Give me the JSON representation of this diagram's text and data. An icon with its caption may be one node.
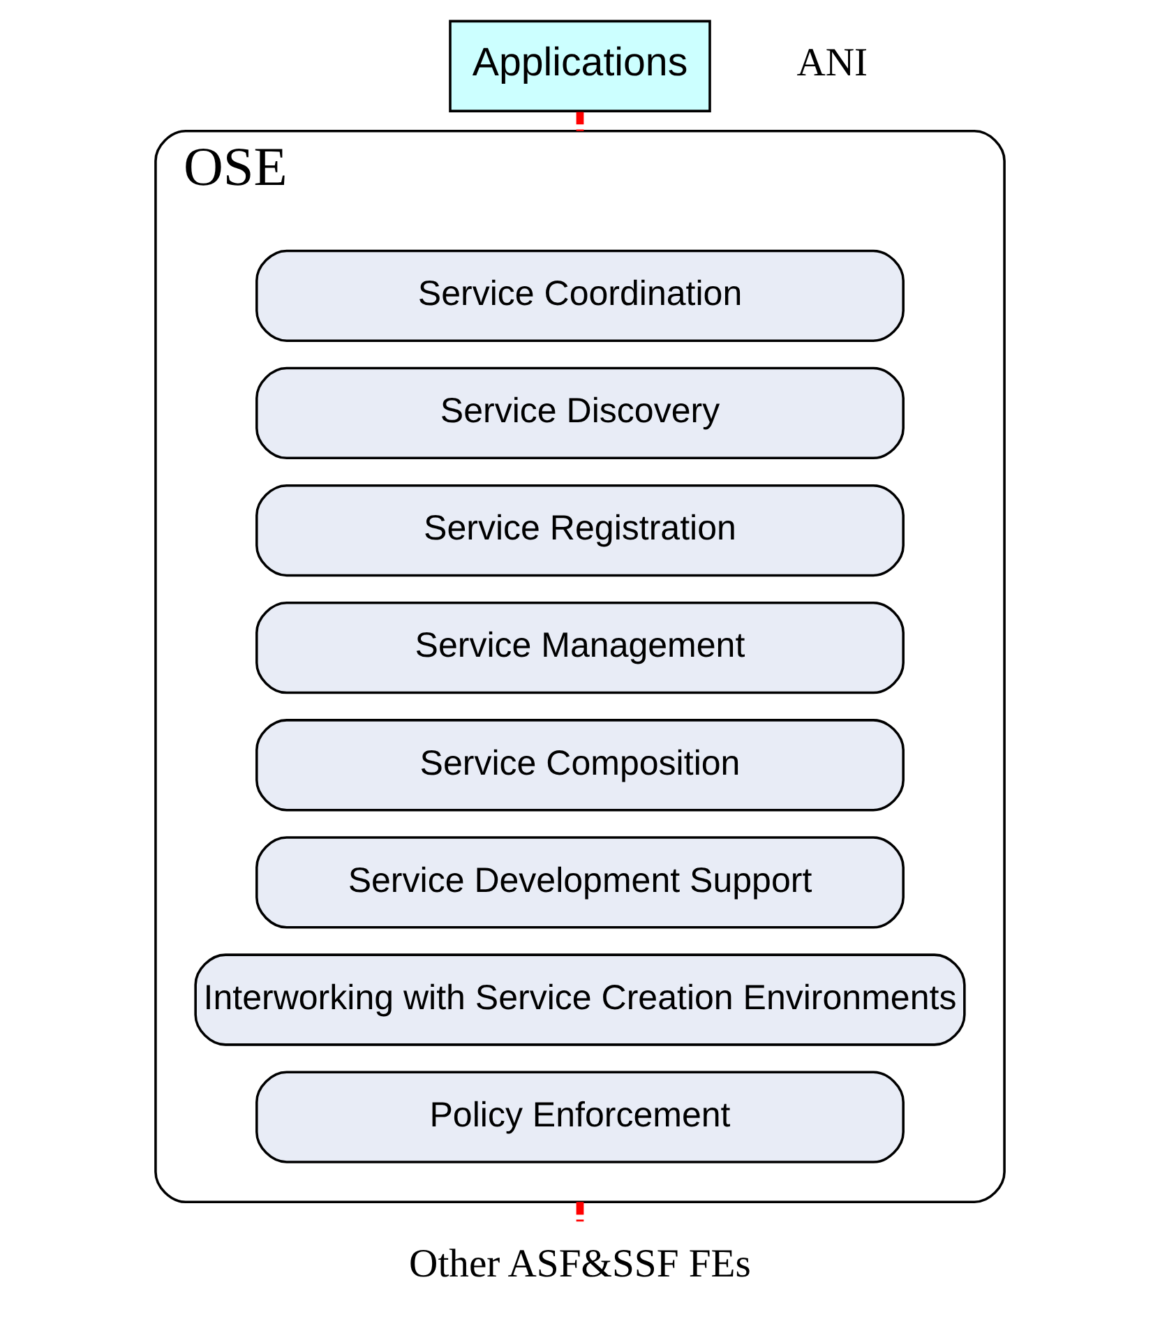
{
  "diagram": {
    "nodes": [
      {
        "text": [
          "Applications"
        ]
      },
      {
        "text": [
          "OSE"
        ]
      },
      {
        "text": [
          "Service Coordination"
        ],
        "in": 1
      },
      {
        "text": [
          "Service Discovery"
        ],
        "in": 1
      },
      {
        "text": [
          "Service Registration"
        ],
        "in": 1
      },
      {
        "text": [
          "Service Management"
        ],
        "in": 1
      },
      {
        "text": [
          "Service Composition"
        ],
        "in": 1
      },
      {
        "text": [
          "Service Development Support"
        ],
        "in": 1
      },
      {
        "text": [
          "Interworking with Service Creation Environments"
        ],
        "in": 1
      },
      {
        "text": [
          "Policy Enforcement"
        ],
        "in": 1
      },
      {
        "text": [
          "Other ASF&SSF FEs"
        ]
      }
    ],
    "edges": [
      {
        "from": 0,
        "to": 1,
        "arrow": "none",
        "style": "dashed"
      },
      {
        "from": 1,
        "to": 10,
        "arrow": "none",
        "style": "dashed"
      }
    ],
    "labels": [
      "ANI"
    ]
  }
}
